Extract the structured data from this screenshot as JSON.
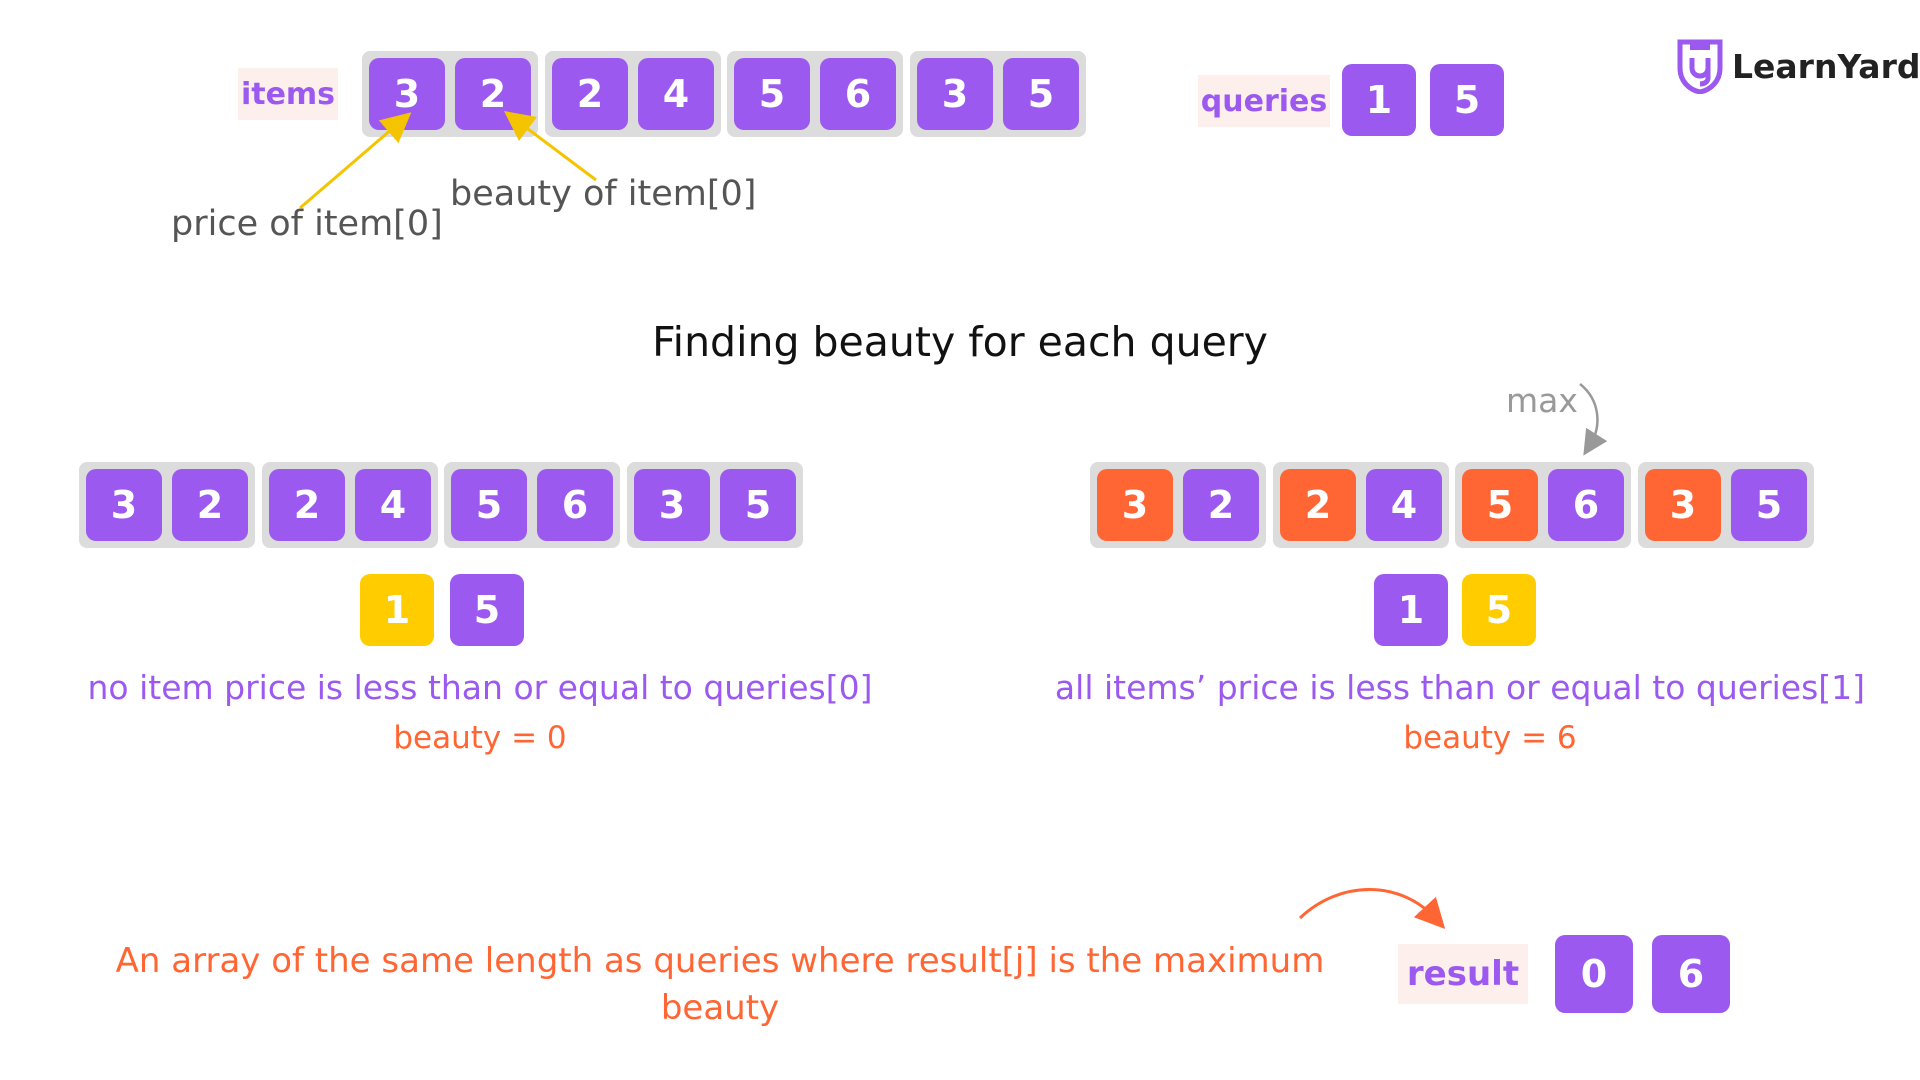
{
  "top": {
    "items_label": "items",
    "queries_label": "queries",
    "items": [
      [
        "3",
        "2"
      ],
      [
        "2",
        "4"
      ],
      [
        "5",
        "6"
      ],
      [
        "3",
        "5"
      ]
    ],
    "queries": [
      "1",
      "5"
    ],
    "price_annotation": "price of item[0]",
    "beauty_annotation": "beauty of item[0]"
  },
  "brand": {
    "name": "LearnYard"
  },
  "heading": "Finding beauty for each query",
  "left_example": {
    "items": [
      [
        "3",
        "2"
      ],
      [
        "2",
        "4"
      ],
      [
        "5",
        "6"
      ],
      [
        "3",
        "5"
      ]
    ],
    "queries": [
      "1",
      "5"
    ],
    "highlight_query_index": 0,
    "caption": "no item price is less than or equal to queries[0]",
    "result_text": "beauty = 0"
  },
  "right_example": {
    "max_label": "max",
    "items": [
      [
        "3",
        "2"
      ],
      [
        "2",
        "4"
      ],
      [
        "5",
        "6"
      ],
      [
        "3",
        "5"
      ]
    ],
    "queries": [
      "1",
      "5"
    ],
    "highlight_query_index": 1,
    "caption": "all items’ price is less than or equal to queries[1]",
    "result_text": "beauty = 6"
  },
  "bottom": {
    "description": "An array of the same length as queries where result[j] is the maximum beauty",
    "result_label": "result",
    "result": [
      "0",
      "6"
    ]
  },
  "colors": {
    "purple": "#9b59f0",
    "orange": "#ff6633",
    "yellow": "#ffcc00",
    "arrow_yellow": "#f5c400",
    "gray_pair_bg": "#dcdcdc",
    "tag_bg": "#fdf0ec"
  }
}
